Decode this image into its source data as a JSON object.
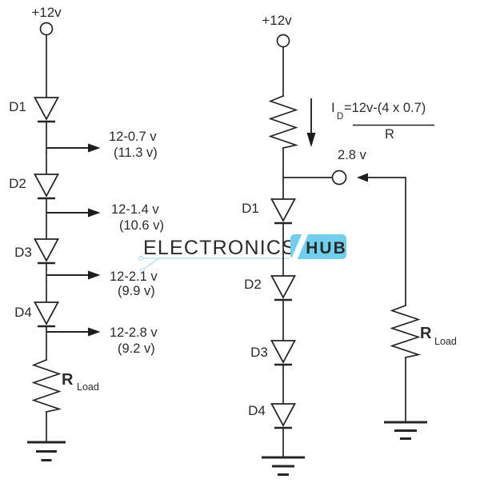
{
  "watermark": {
    "brand": "ELECTRONICS",
    "badge": "HUB"
  },
  "colors": {
    "wire": "#252525",
    "label": "#2b2b2b",
    "watermark_text": "#a6a6a6",
    "badge_fill": "#6fcfef",
    "badge_text": "#ffffff",
    "trace": "#b9e6f6"
  },
  "left_circuit": {
    "supply_label": "+12v",
    "diode_labels": [
      "D1",
      "D2",
      "D3",
      "D4"
    ],
    "taps": [
      {
        "expr": "12-0.7 v",
        "value": "(11.3 v)"
      },
      {
        "expr": "12-1.4 v",
        "value": "(10.6 v)"
      },
      {
        "expr": "12-2.1 v",
        "value": "(9.9 v)"
      },
      {
        "expr": "12-2.8 v",
        "value": "(9.2 v)"
      }
    ],
    "load_label": "R",
    "load_sub": "Load"
  },
  "right_circuit": {
    "supply_label": "+12v",
    "current": {
      "symbol": "I",
      "sub": "D",
      "numerator": "=12v-(4 x 0.7)",
      "denominator": "R"
    },
    "node_voltage": "2.8 v",
    "diode_labels": [
      "D1",
      "D2",
      "D3",
      "D4"
    ],
    "load_label": "R",
    "load_sub": "Load"
  }
}
